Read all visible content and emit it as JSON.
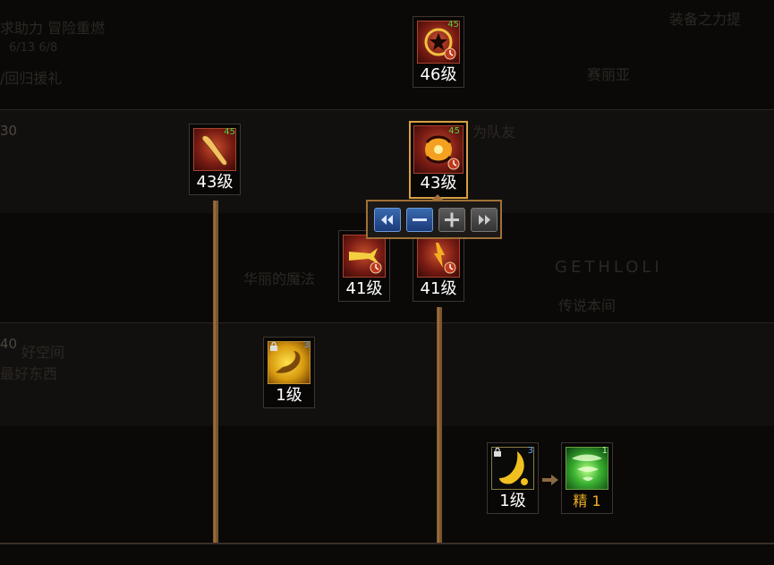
{
  "background_text": {
    "top_left_title": "求助力 冒险重燃",
    "top_left_date": "6/13 6/8",
    "top_left_sub": "/回归援礼",
    "top_right": "装备之力提",
    "npc_name": "赛丽亚",
    "mid_label": "华丽的魔法",
    "mid_right": "传说本间",
    "logo": "GETHLOLI",
    "lower_left_1": "好空间",
    "lower_left_2": "最好东西",
    "mid_label_2": "为队友"
  },
  "row_levels": [
    "30",
    "40"
  ],
  "skills": [
    {
      "id": "skill-46",
      "level_label": "46级",
      "cap": "45",
      "color": "red"
    },
    {
      "id": "skill-43-left",
      "level_label": "43级",
      "cap": "45",
      "color": "red"
    },
    {
      "id": "skill-43-selected",
      "level_label": "43级",
      "cap": "45",
      "color": "red"
    },
    {
      "id": "skill-41-left",
      "level_label": "41级",
      "cap": "",
      "color": "red"
    },
    {
      "id": "skill-41-right",
      "level_label": "41级",
      "cap": "",
      "color": "red"
    },
    {
      "id": "skill-1-left",
      "level_label": "1级",
      "cap": "3",
      "color": "yellow"
    },
    {
      "id": "skill-1-right",
      "level_label": "1级",
      "cap": "3",
      "color": "black"
    },
    {
      "id": "skill-awaken",
      "level_label": "精  1",
      "cap": "1",
      "color": "green"
    }
  ],
  "controls": {
    "min_icon": "double-left-icon",
    "minus_icon": "minus-icon",
    "plus_icon": "plus-icon",
    "max_icon": "double-right-icon"
  },
  "colors": {
    "tree_line": "#7a5630",
    "selected_border": "#d8a040",
    "cap_green": "#58d040",
    "cap_blue": "#60a8ff",
    "awaken_text": "#f0b020"
  }
}
